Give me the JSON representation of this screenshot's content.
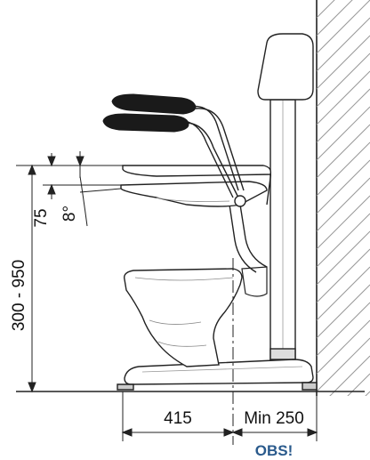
{
  "dimensions": {
    "seat_height_range": "300 - 950",
    "seat_thickness": "75",
    "tilt_angle": "8°",
    "toilet_depth": "415",
    "min_wall_clearance": "Min 250"
  },
  "note": {
    "label": "OBS!",
    "color": "#2a5a8c"
  },
  "colors": {
    "line": "#222222",
    "armrest_pad": "#1a1a1a",
    "wall_hatch": "#888888"
  }
}
